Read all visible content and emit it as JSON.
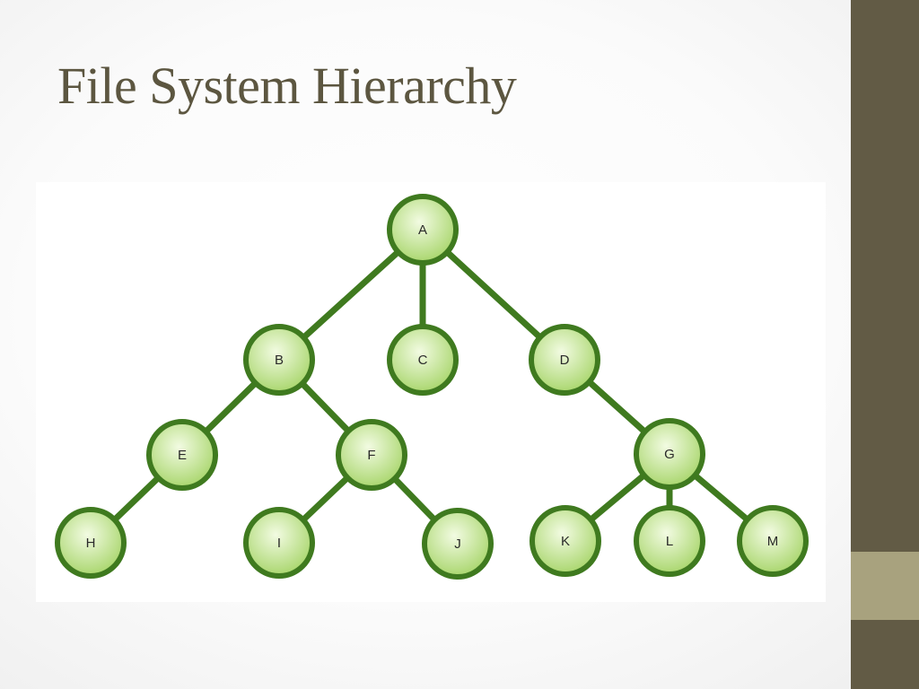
{
  "slide": {
    "title": "File System Hierarchy"
  },
  "colors": {
    "theme_bar": "#625b45",
    "theme_accent": "#a8a27e",
    "title_text": "#5c5640",
    "edge": "#3f7a1f",
    "node_stroke": "#3f7a1f",
    "node_fill_center": "#f2fbe2",
    "node_fill_edge": "#a9d66d"
  },
  "tree": {
    "nodes": [
      {
        "id": "A",
        "label": "A"
      },
      {
        "id": "B",
        "label": "B"
      },
      {
        "id": "C",
        "label": "C"
      },
      {
        "id": "D",
        "label": "D"
      },
      {
        "id": "E",
        "label": "E"
      },
      {
        "id": "F",
        "label": "F"
      },
      {
        "id": "G",
        "label": "G"
      },
      {
        "id": "H",
        "label": "H"
      },
      {
        "id": "I",
        "label": "I"
      },
      {
        "id": "J",
        "label": "J"
      },
      {
        "id": "K",
        "label": "K"
      },
      {
        "id": "L",
        "label": "L"
      },
      {
        "id": "M",
        "label": "M"
      }
    ],
    "edges": [
      [
        "A",
        "B"
      ],
      [
        "A",
        "C"
      ],
      [
        "A",
        "D"
      ],
      [
        "B",
        "E"
      ],
      [
        "B",
        "F"
      ],
      [
        "D",
        "G"
      ],
      [
        "E",
        "H"
      ],
      [
        "F",
        "I"
      ],
      [
        "F",
        "J"
      ],
      [
        "G",
        "K"
      ],
      [
        "G",
        "L"
      ],
      [
        "G",
        "M"
      ]
    ]
  }
}
